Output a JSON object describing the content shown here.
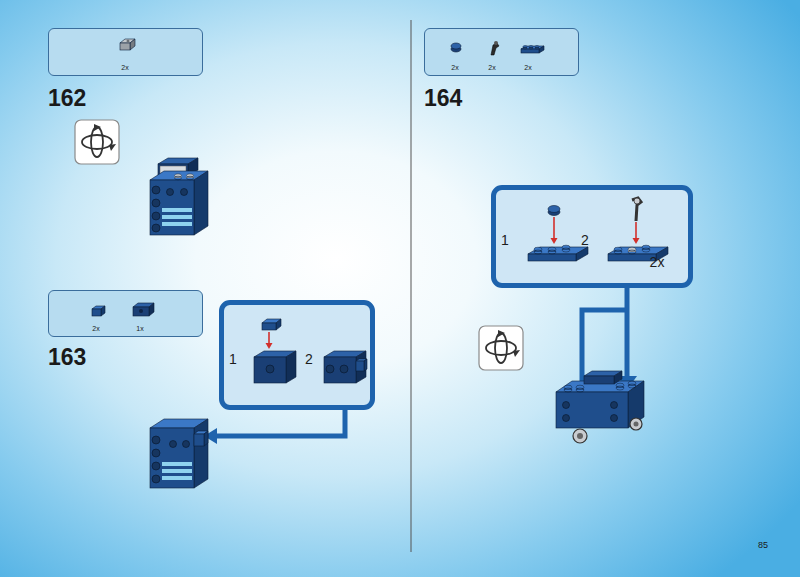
{
  "diagram": {
    "nodes": [
      {
        "text": [
          "2x"
        ]
      },
      {
        "text": [
          "2x",
          "1x"
        ]
      },
      {
        "text": [
          "1",
          "2"
        ]
      },
      {
        "text": [
          "2x",
          "2x",
          "2x"
        ]
      },
      {
        "text": [
          "1",
          "2",
          "2x"
        ]
      }
    ],
    "labels": [
      "162",
      "163",
      "164",
      "85"
    ]
  }
}
